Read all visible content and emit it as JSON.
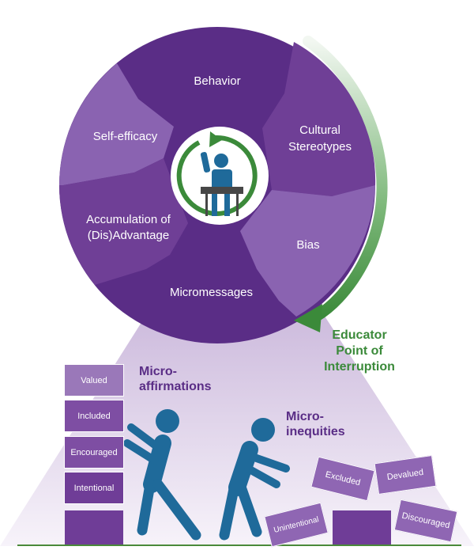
{
  "wheel": {
    "segments": [
      "Behavior",
      "Cultural Stereotypes",
      "Bias",
      "Micromessages",
      "Accumulation of (Dis)Advantage",
      "Self-efficacy"
    ],
    "segment_lines": {
      "behavior": "Behavior",
      "cultural_1": "Cultural",
      "cultural_2": "Stereotypes",
      "bias": "Bias",
      "micromessages": "Micromessages",
      "accumulation_1": "Accumulation of",
      "accumulation_2": "(Dis)Advantage",
      "self_efficacy": "Self-efficacy"
    },
    "center_icon": "student-raising-hand-icon"
  },
  "interruption": {
    "line1": "Educator",
    "line2": "Point of",
    "line3": "Interruption"
  },
  "micro_affirmations": {
    "heading_1": "Micro-",
    "heading_2": "affirmations",
    "boxes": [
      "Valued",
      "Included",
      "Encouraged",
      "Intentional"
    ]
  },
  "micro_inequities": {
    "heading_1": "Micro-",
    "heading_2": "inequities",
    "boxes": [
      "Excluded",
      "Devalued",
      "Unintentional",
      "Discouraged"
    ]
  },
  "colors": {
    "wheel_purple": "#5a2d86",
    "accent_green": "#3b8a3a",
    "figure_blue": "#1f6a9a",
    "box_purple": "#8f66b3"
  }
}
